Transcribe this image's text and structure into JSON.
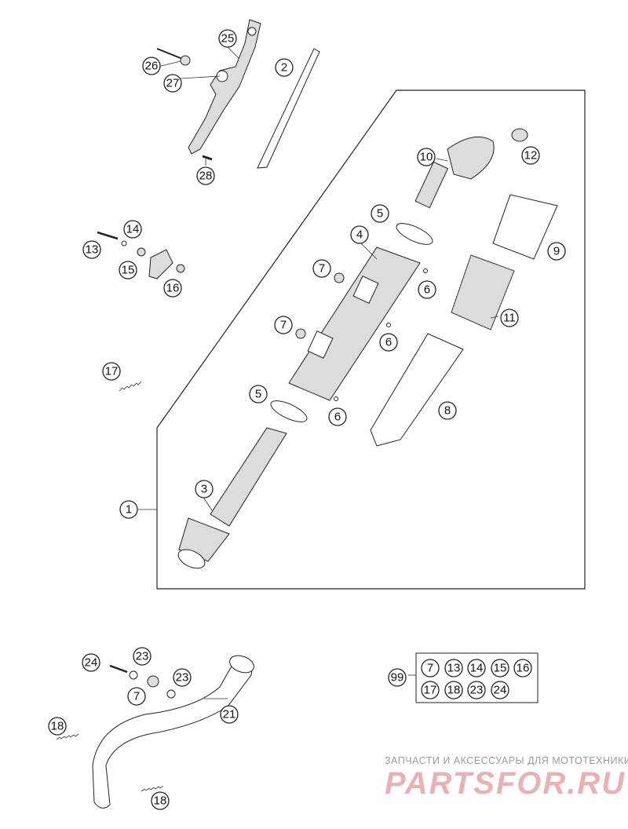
{
  "callouts": {
    "c1": "1",
    "c2": "2",
    "c3": "3",
    "c4": "4",
    "c5a": "5",
    "c5b": "5",
    "c6a": "6",
    "c6b": "6",
    "c6c": "6",
    "c7a": "7",
    "c7b": "7",
    "c7c": "7",
    "c8": "8",
    "c9": "9",
    "c10": "10",
    "c11": "11",
    "c12": "12",
    "c13": "13",
    "c14": "14",
    "c15": "15",
    "c16": "16",
    "c17": "17",
    "c18a": "18",
    "c18b": "18",
    "c21": "21",
    "c23a": "23",
    "c23b": "23",
    "c24": "24",
    "c25": "25",
    "c26": "26",
    "c27": "27",
    "c28": "28"
  },
  "kit": {
    "label": "99",
    "row1": [
      "7",
      "13",
      "14",
      "15",
      "16"
    ],
    "row2": [
      "17",
      "18",
      "23",
      "24"
    ]
  },
  "watermark": {
    "tagline": "ЗАПЧАСТИ И АКСЕССУАРЫ ДЛЯ МОТОТЕХНИКИ",
    "logo": "PARTSFOR.RU"
  }
}
